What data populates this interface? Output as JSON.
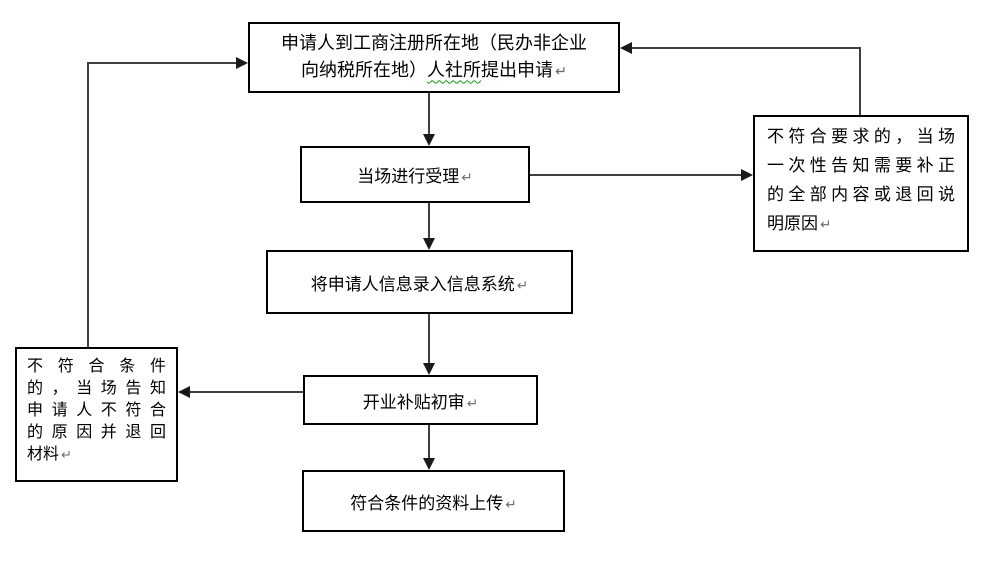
{
  "colors": {
    "background": "#ffffff",
    "box_border": "#000000",
    "box_fill": "#ffffff",
    "text": "#000000",
    "connector": "#3f3f3f",
    "return_mark": "#6a6a6a",
    "squiggle": "#159a15"
  },
  "return_mark": "↵",
  "boxes": {
    "apply": {
      "line1": "申请人到工商注册所在地（民办非企业",
      "line2_pre": "向纳税所在地）",
      "line2_squiggle": "人社所",
      "line2_post": "提出申请"
    },
    "accept": {
      "label": "当场进行受理"
    },
    "record": {
      "label": "将申请人信息录入信息系统"
    },
    "review": {
      "label": "开业补贴初审"
    },
    "upload": {
      "label": "符合条件的资料上传"
    },
    "reject_right": {
      "line1": "不符合要求的，当场",
      "line2": "一次性告知需要补正",
      "line3": "的全部内容或退回说",
      "line4": "明原因"
    },
    "reject_left": {
      "line1": "不符合条件",
      "line2": "的，当场告知",
      "line3": "申请人不符合",
      "line4": "的原因并退回",
      "line5": "材料"
    }
  }
}
